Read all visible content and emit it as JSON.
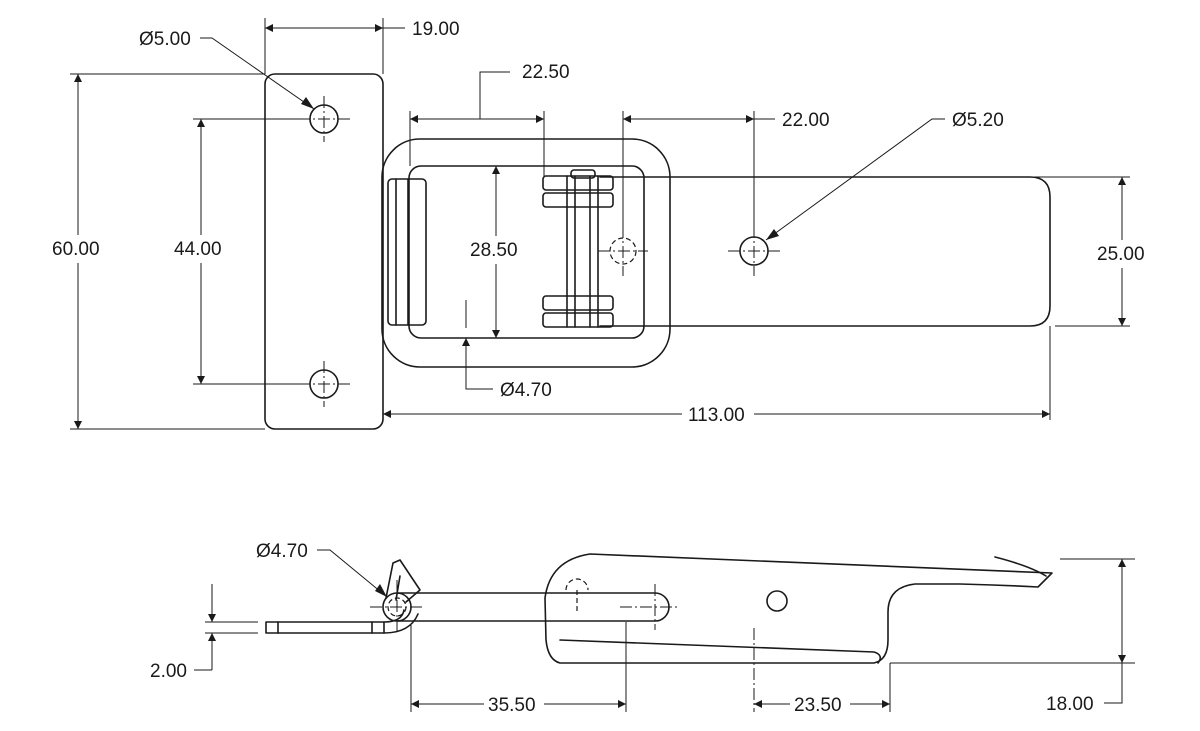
{
  "dimensions": {
    "plate_hole_dia": "Ø5.00",
    "plate_width": "19.00",
    "plate_height": "60.00",
    "hole_spacing": "44.00",
    "loop_length": "22.50",
    "hinge_to_hole": "22.00",
    "strike_hole_dia": "Ø5.20",
    "loop_inner_width": "28.50",
    "pin_dia_top": "Ø4.70",
    "strike_width": "25.00",
    "overall_length": "113.00",
    "pin_dia_side": "Ø4.70",
    "plate_thickness": "2.00",
    "pivot_spacing": "35.50",
    "hook_offset": "23.50",
    "side_height": "18.00"
  }
}
